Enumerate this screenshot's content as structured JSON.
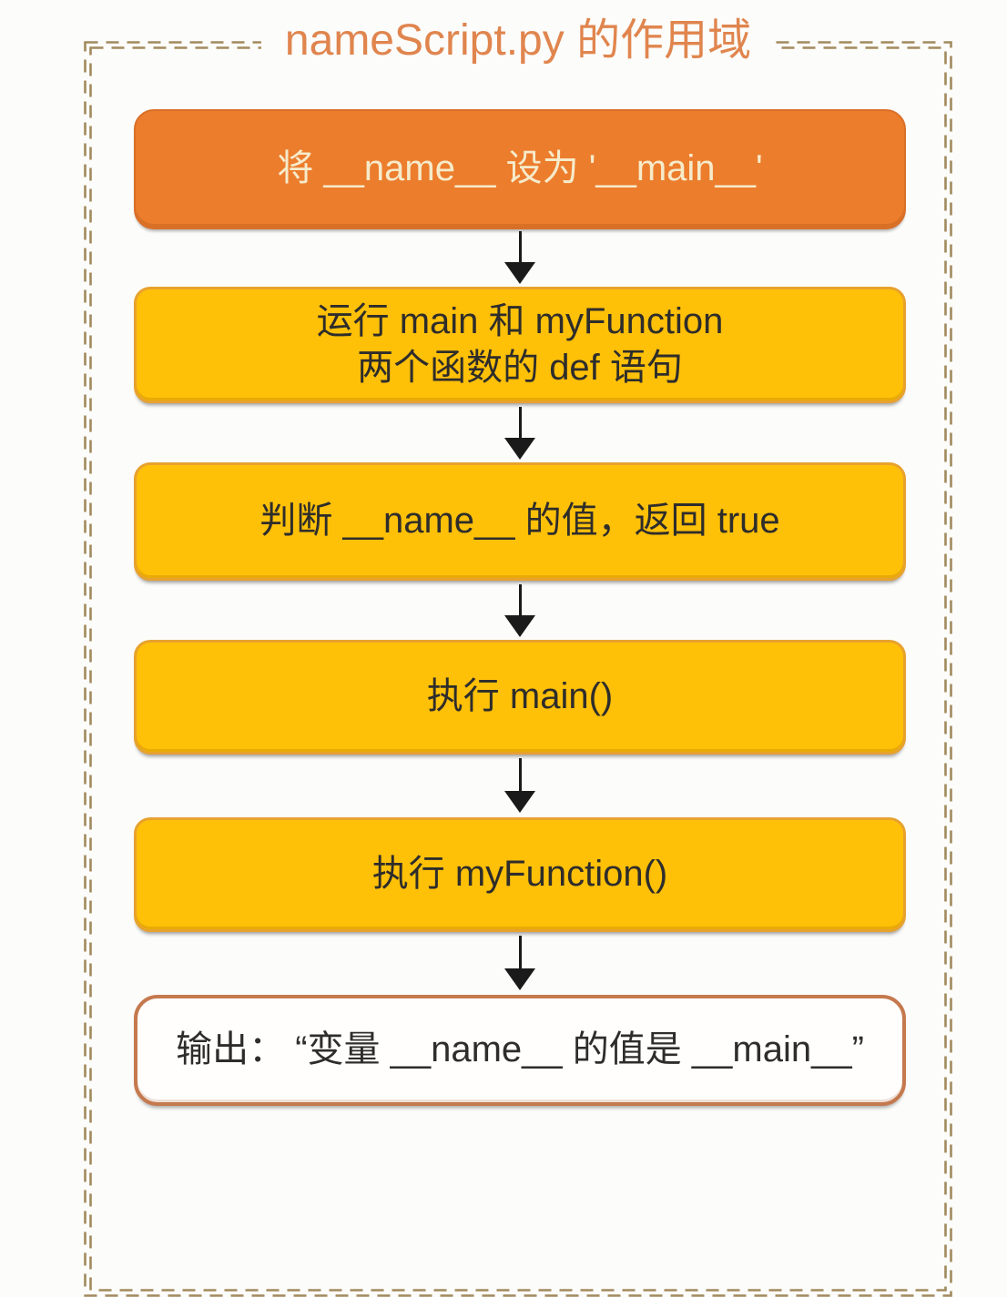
{
  "diagram": {
    "title": "nameScript.py 的作用域",
    "title_color": "#e0854e",
    "frame_dash_color": "#a18a5d",
    "arrow_color": "#1a1a1a",
    "steps": [
      {
        "name": "set-name",
        "kind": "start",
        "text": "将 __name__ 设为 '__main__'",
        "fill": "#ec7d2d",
        "text_color": "#f6ebcb"
      },
      {
        "name": "run-defs",
        "kind": "process",
        "lines": [
          "运行 main 和 myFunction",
          "两个函数的 def 语句"
        ],
        "fill": "#ffc008",
        "text_color": "#2e2d2b"
      },
      {
        "name": "check-name",
        "kind": "process",
        "text": "判断 __name__ 的值，返回 true",
        "fill": "#ffc008",
        "text_color": "#2e2d2b"
      },
      {
        "name": "run-main",
        "kind": "process",
        "text": "执行 main()",
        "fill": "#ffc008",
        "text_color": "#2e2d2b"
      },
      {
        "name": "run-myfunction",
        "kind": "process",
        "text": "执行 myFunction()",
        "fill": "#ffc008",
        "text_color": "#2e2d2b"
      },
      {
        "name": "output",
        "kind": "output",
        "text": "输出： “变量 __name__ 的值是 __main__”",
        "fill": "#fffefc",
        "border_color": "#c5794e",
        "text_color": "#2e2d2b"
      }
    ]
  }
}
